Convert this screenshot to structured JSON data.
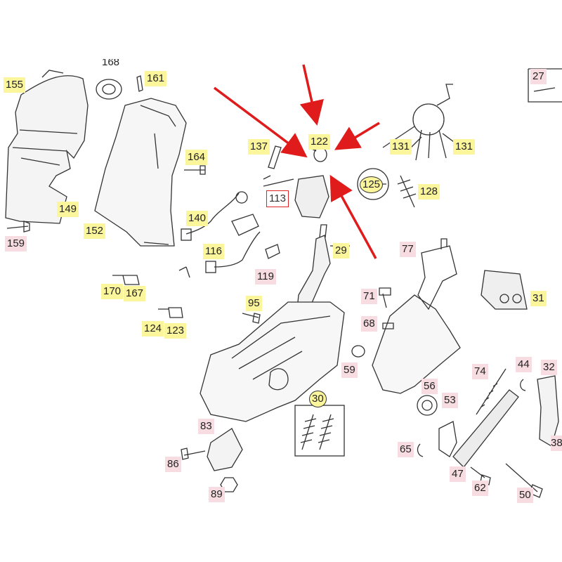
{
  "colors": {
    "yellow_label": "#fbf59c",
    "pink_label": "#f7dde2",
    "arrow": "#e01b1b",
    "line": "#333333"
  },
  "labels": {
    "l155": "155",
    "l168": "168",
    "l161": "161",
    "l164": "164",
    "l149": "149",
    "l152": "152",
    "l159": "159",
    "l140": "140",
    "l116": "116",
    "l170": "170",
    "l167": "167",
    "l124": "124",
    "l123": "123",
    "l119": "119",
    "l95": "95",
    "l137": "137",
    "l122": "122",
    "l113": "113",
    "l29": "29",
    "l131a": "131",
    "l131b": "131",
    "l125": "125",
    "l128": "128",
    "l27": "27",
    "l77": "77",
    "l71": "71",
    "l68": "68",
    "l31": "31",
    "l59": "59",
    "l30": "30",
    "l56": "56",
    "l74": "74",
    "l44": "44",
    "l32": "32",
    "l53": "53",
    "l65": "65",
    "l47": "47",
    "l62": "62",
    "l50": "50",
    "l83": "83",
    "l86": "86",
    "l89": "89",
    "l38": "38"
  }
}
